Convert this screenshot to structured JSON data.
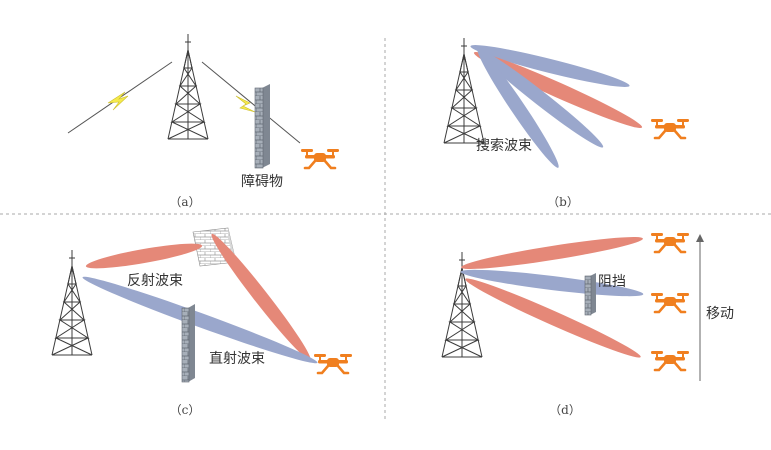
{
  "panels": {
    "a": {
      "caption": "（a）",
      "obstacle_label": "障碍物"
    },
    "b": {
      "caption": "（b）",
      "beam_label": "搜索波束"
    },
    "c": {
      "caption": "（c）",
      "reflect_label": "反射波束",
      "direct_label": "直射波束"
    },
    "d": {
      "caption": "（d）",
      "block_label": "阻挡",
      "move_label": "移动"
    }
  },
  "colors": {
    "red_beam": "#e58878",
    "blue_beam": "#9aa7cc",
    "drone": "#f07f1f",
    "lightning": "#f5ea4b",
    "tower": "#3c3c3c",
    "wall": "#9aa2ad"
  },
  "icons": [
    "tower-icon",
    "drone-icon",
    "wall-icon",
    "lightning-icon"
  ]
}
